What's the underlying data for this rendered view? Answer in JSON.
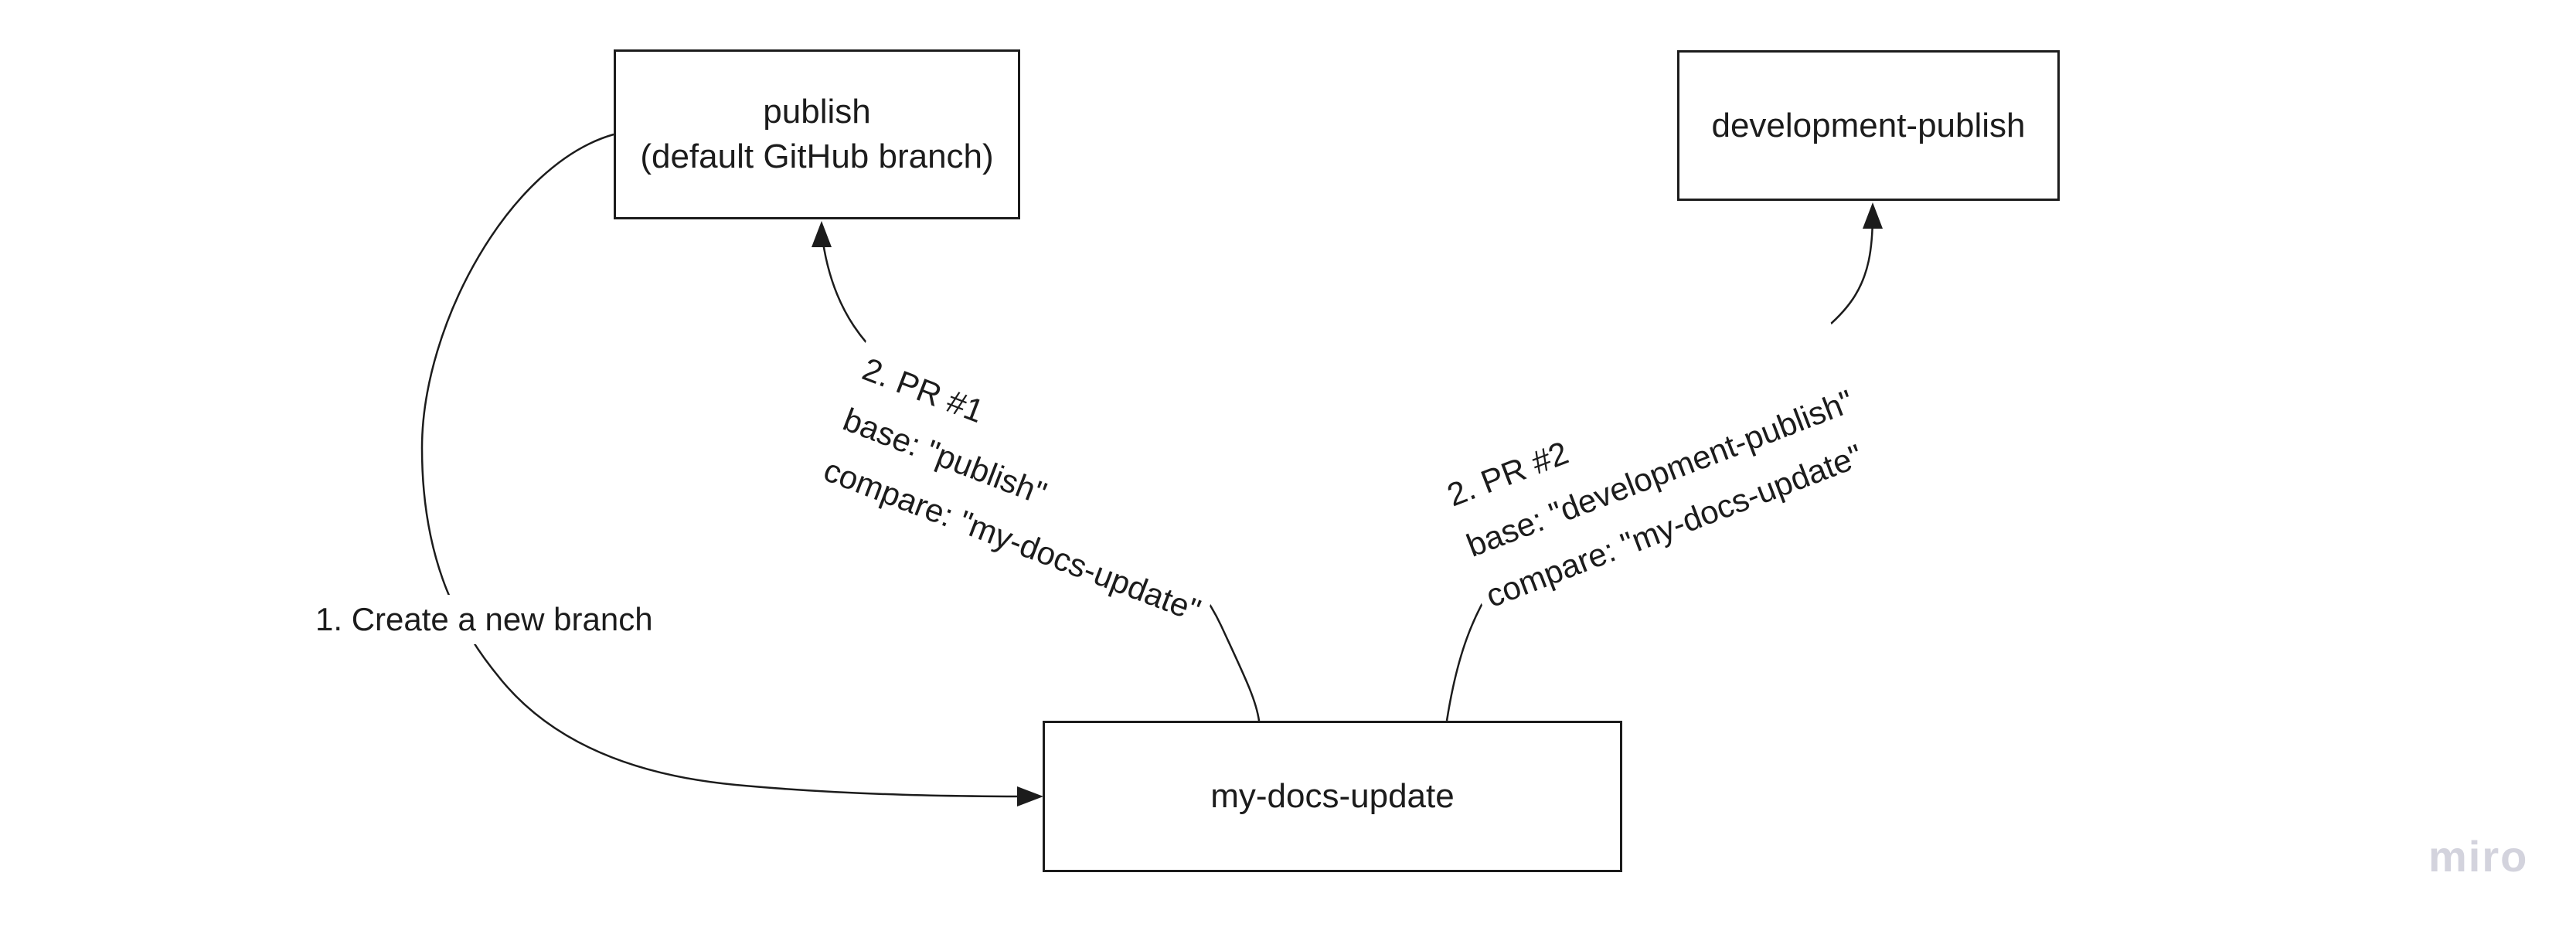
{
  "canvas": {
    "background_color": "#ffffff",
    "stroke_color": "#1c1c1c",
    "watermark_color": "#d3d3dd"
  },
  "nodes": {
    "publish": {
      "line1": "publish",
      "line2": "(default GitHub branch)"
    },
    "development_publish": {
      "label": "development-publish"
    },
    "my_docs_update": {
      "label": "my-docs-update"
    }
  },
  "connectors": {
    "create_branch": {
      "label": "1. Create a new branch"
    },
    "pr1": {
      "lines": [
        "2. PR #1",
        "base: \"publish\"",
        "compare: \"my-docs-update\""
      ]
    },
    "pr2": {
      "lines": [
        "2. PR #2",
        "base: \"development-publish\"",
        "compare: \"my-docs-update\""
      ]
    }
  },
  "watermark": "miro"
}
